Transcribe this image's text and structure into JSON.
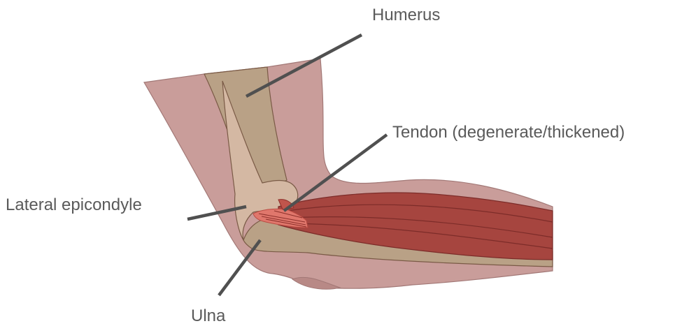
{
  "labels": {
    "humerus": "Humerus",
    "tendon": "Tendon (degenerate/thickened)",
    "lateral_epicondyle": "Lateral epicondyle",
    "ulna": "Ulna"
  },
  "colors": {
    "skin": "#c99d9a",
    "skin_dark": "#a27876",
    "bone": "#d4b8a3",
    "bone_shaft": "#b9a186",
    "bone_outline": "#7a5a46",
    "muscle": "#a6453f",
    "muscle_dark": "#7c2c29",
    "tendon": "#e0776c",
    "leader_line": "#505050",
    "label_text": "#5a5a5a"
  }
}
